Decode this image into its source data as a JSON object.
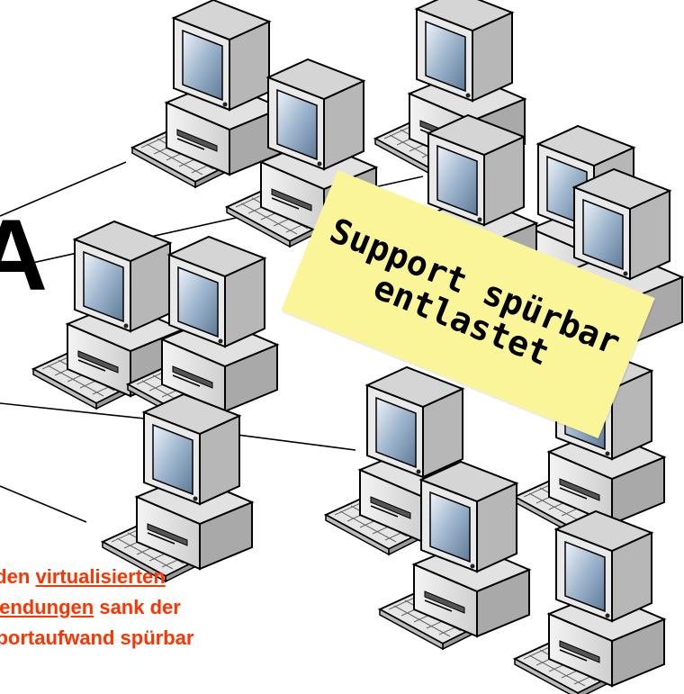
{
  "scene": {
    "big_letter": "A",
    "sticky_note": {
      "line1": "Support spürbar",
      "line2": "entlastet",
      "color": "#fbf59a"
    },
    "caption": {
      "line1_pre": "i den ",
      "line1_link": "virtualisierten",
      "line2_link": "wendungen",
      "line2_post": " sank der",
      "line3": "pportaufwand spürbar",
      "color": "#ff3300"
    },
    "icon": "desktop-computer-icon"
  }
}
